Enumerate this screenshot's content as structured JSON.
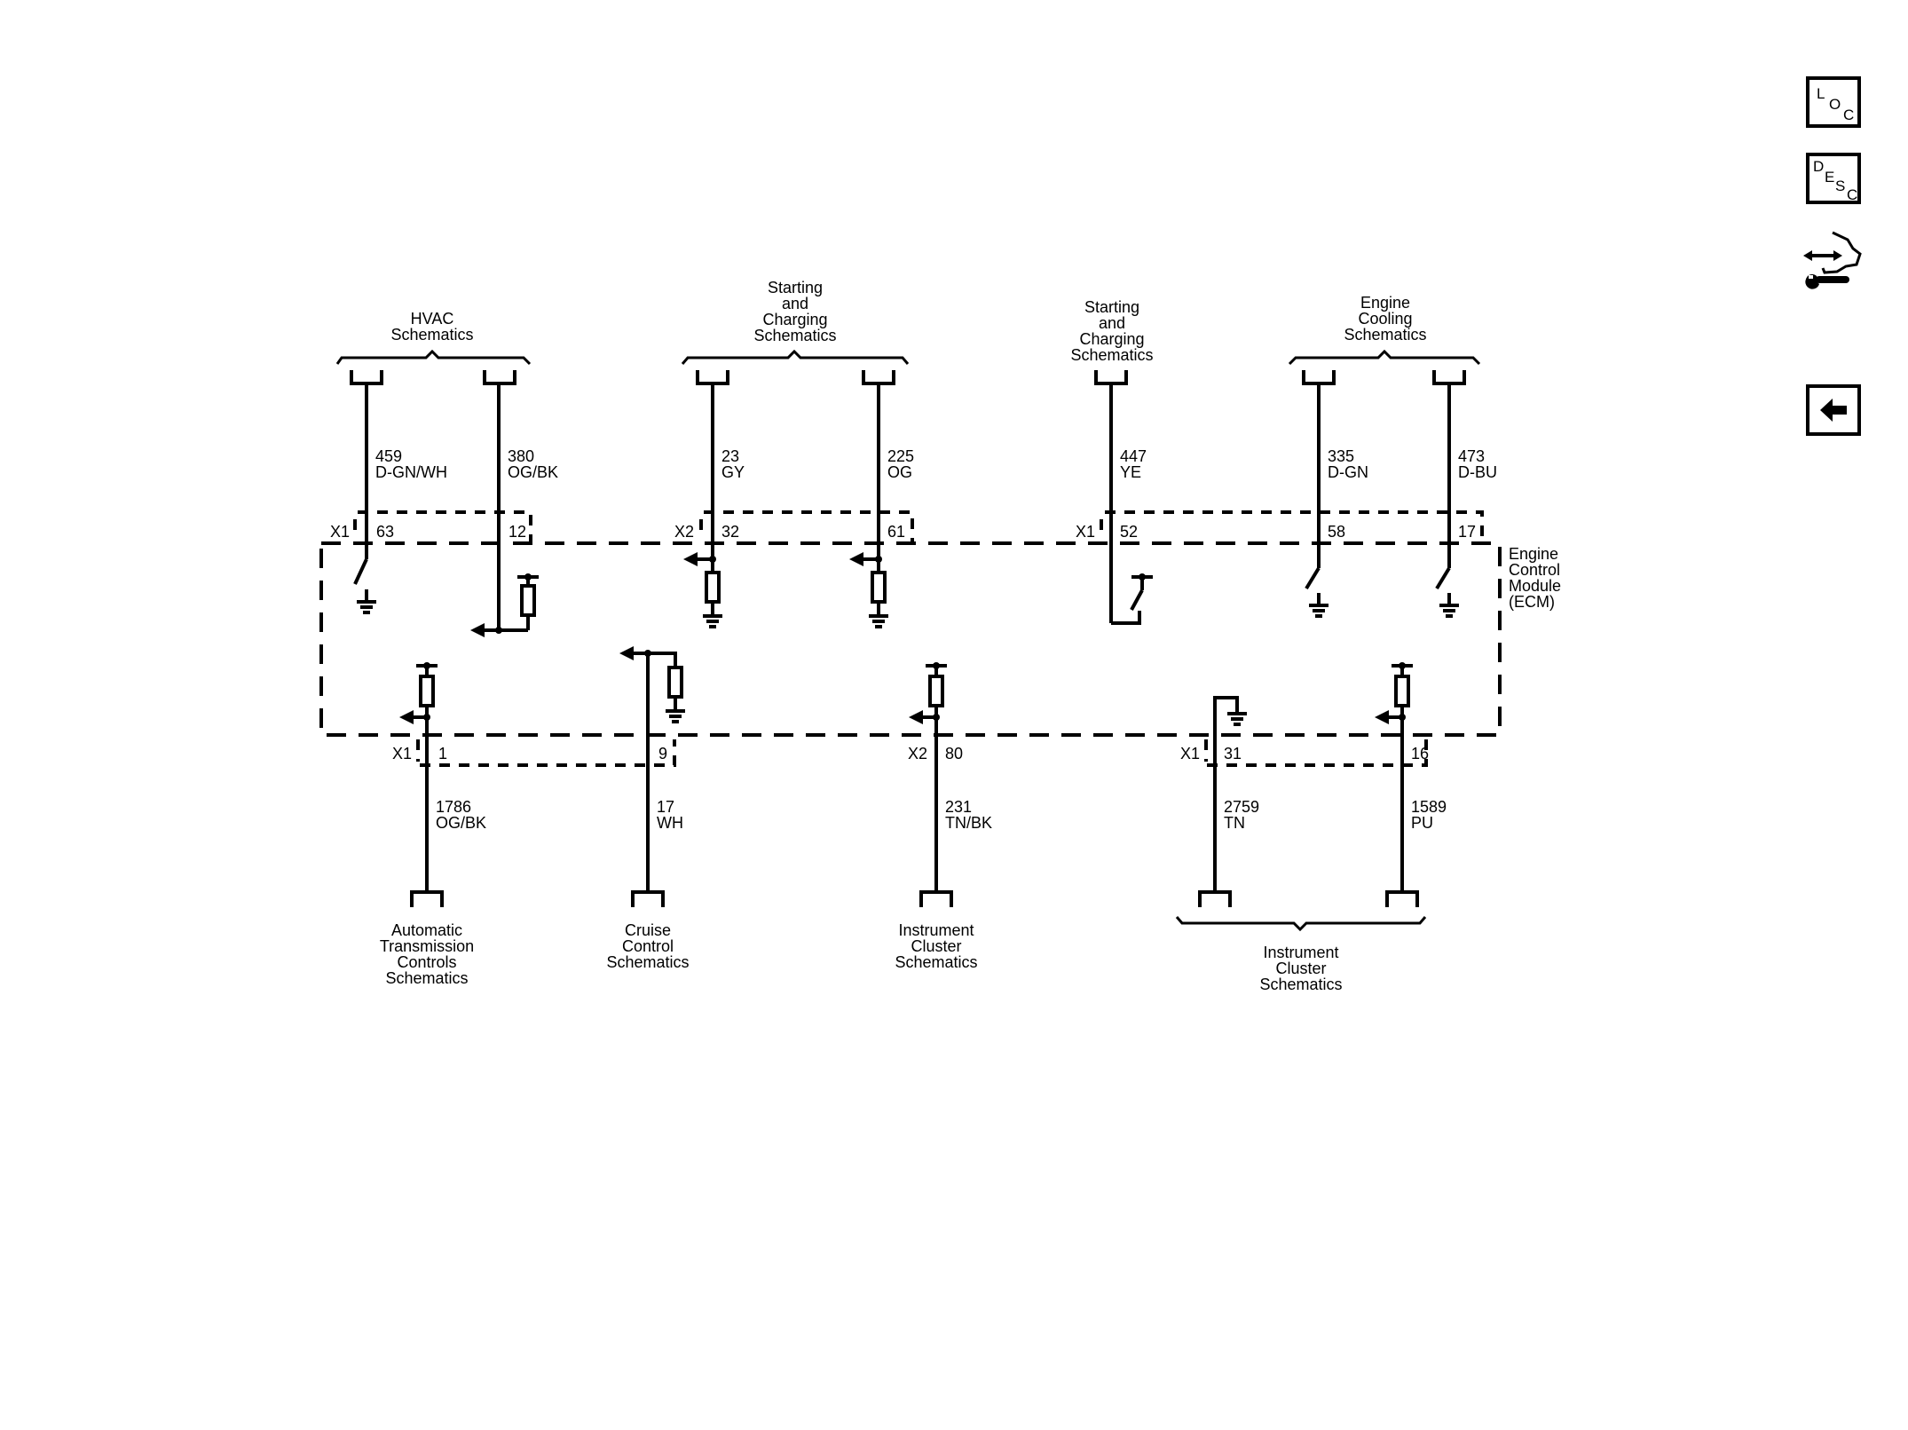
{
  "colors": {
    "ink": "#000000",
    "background": "#ffffff"
  },
  "sidebar": {
    "loc": {
      "letters": [
        "L",
        "O",
        "C"
      ],
      "icon": "location-icon"
    },
    "desc": {
      "letters": [
        "D",
        "E",
        "S",
        "C"
      ],
      "icon": "description-icon"
    },
    "connector_repair": {
      "icon": "connector-repair-wrench-icon"
    },
    "back": {
      "icon": "back-arrow-icon"
    }
  },
  "module": {
    "name_lines": [
      "Engine",
      "Control",
      "Module",
      "(ECM)"
    ]
  },
  "top_groups": [
    {
      "id": "hvac",
      "title_lines": [
        "HVAC",
        "Schematics"
      ]
    },
    {
      "id": "starting1",
      "title_lines": [
        "Starting",
        "and",
        "Charging",
        "Schematics"
      ]
    },
    {
      "id": "starting2",
      "title_lines": [
        "Starting",
        "and",
        "Charging",
        "Schematics"
      ]
    },
    {
      "id": "cooling",
      "title_lines": [
        "Engine",
        "Cooling",
        "Schematics"
      ]
    }
  ],
  "bottom_groups": [
    {
      "id": "trans",
      "title_lines": [
        "Automatic",
        "Transmission",
        "Controls",
        "Schematics"
      ]
    },
    {
      "id": "cruise",
      "title_lines": [
        "Cruise",
        "Control",
        "Schematics"
      ]
    },
    {
      "id": "cluster1",
      "title_lines": [
        "Instrument",
        "Cluster",
        "Schematics"
      ]
    },
    {
      "id": "cluster2",
      "title_lines": [
        "Instrument",
        "Cluster",
        "Schematics"
      ]
    }
  ],
  "top_connectors": [
    {
      "name": "X1",
      "pins": [
        "63",
        "12"
      ]
    },
    {
      "name": "X2",
      "pins": [
        "32",
        "61"
      ]
    },
    {
      "name": "X1",
      "pins": [
        "52",
        "58",
        "17"
      ]
    }
  ],
  "bottom_connectors": [
    {
      "name": "X1",
      "pins": [
        "1",
        "9"
      ]
    },
    {
      "name": "X2",
      "pins": [
        "80"
      ]
    },
    {
      "name": "X1",
      "pins": [
        "31",
        "16"
      ]
    }
  ],
  "top_circuits": [
    {
      "circuit": "459",
      "color": "D-GN/WH",
      "pin": "63",
      "connector": "X1",
      "internal": "switch-to-ground"
    },
    {
      "circuit": "380",
      "color": "OG/BK",
      "pin": "12",
      "connector": "X1",
      "internal": "pull-up-resistor-input"
    },
    {
      "circuit": "23",
      "color": "GY",
      "pin": "32",
      "connector": "X2",
      "internal": "pull-down-resistor-input"
    },
    {
      "circuit": "225",
      "color": "OG",
      "pin": "61",
      "connector": "X2",
      "internal": "pull-down-resistor-input"
    },
    {
      "circuit": "447",
      "color": "YE",
      "pin": "52",
      "connector": "X1",
      "internal": "switch-to-voltage"
    },
    {
      "circuit": "335",
      "color": "D-GN",
      "pin": "58",
      "connector": "X1",
      "internal": "switch-to-ground"
    },
    {
      "circuit": "473",
      "color": "D-BU",
      "pin": "17",
      "connector": "X1",
      "internal": "switch-to-ground"
    }
  ],
  "bottom_circuits": [
    {
      "circuit": "1786",
      "color": "OG/BK",
      "pin": "1",
      "connector": "X1",
      "internal": "pull-up-resistor-input"
    },
    {
      "circuit": "17",
      "color": "WH",
      "pin": "9",
      "connector": "X1",
      "internal": "pull-down-resistor-input"
    },
    {
      "circuit": "231",
      "color": "TN/BK",
      "pin": "80",
      "connector": "X2",
      "internal": "pull-up-resistor-input"
    },
    {
      "circuit": "2759",
      "color": "TN",
      "pin": "31",
      "connector": "X1",
      "internal": "ground"
    },
    {
      "circuit": "1589",
      "color": "PU",
      "pin": "16",
      "connector": "X1",
      "internal": "pull-up-resistor-input"
    }
  ]
}
